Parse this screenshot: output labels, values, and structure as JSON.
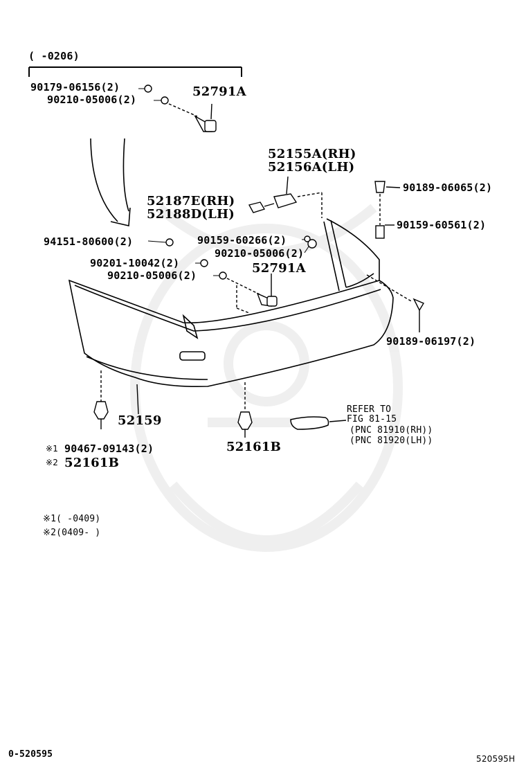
{
  "range_top": "(        -0206)",
  "parts": {
    "p90179": "90179-06156(2)",
    "p90210a": "90210-05006(2)",
    "p52791a_top": "52791A",
    "p52155": "52155A(RH)",
    "p52156": "52156A(LH)",
    "p52187": "52187E(RH)",
    "p52188": "52188D(LH)",
    "p90189a": "90189-06065(2)",
    "p90159b": "90159-60561(2)",
    "p94151": "94151-80600(2)",
    "p90159a": "90159-60266(2)",
    "p90210b": "90210-05006(2)",
    "p90201": "90201-10042(2)",
    "p90210c": "90210-05006(2)",
    "p52791a_mid": "52791A",
    "p90189b": "90189-06197(2)",
    "p52159": "52159",
    "p52161b_center": "52161B",
    "refer1": "REFER TO",
    "refer2": "FIG  81-15",
    "refer3": "(PNC  81910(RH))",
    "refer4": "(PNC  81920(LH))",
    "n1_mark": "※1",
    "n1_part": "90467-09143(2)",
    "n2_mark": "※2",
    "n2_part": "52161B",
    "note1": "※1(        -0409)",
    "note2": "※2(0409-        )"
  },
  "footer": {
    "left": "0-520595",
    "right": "520595H"
  }
}
